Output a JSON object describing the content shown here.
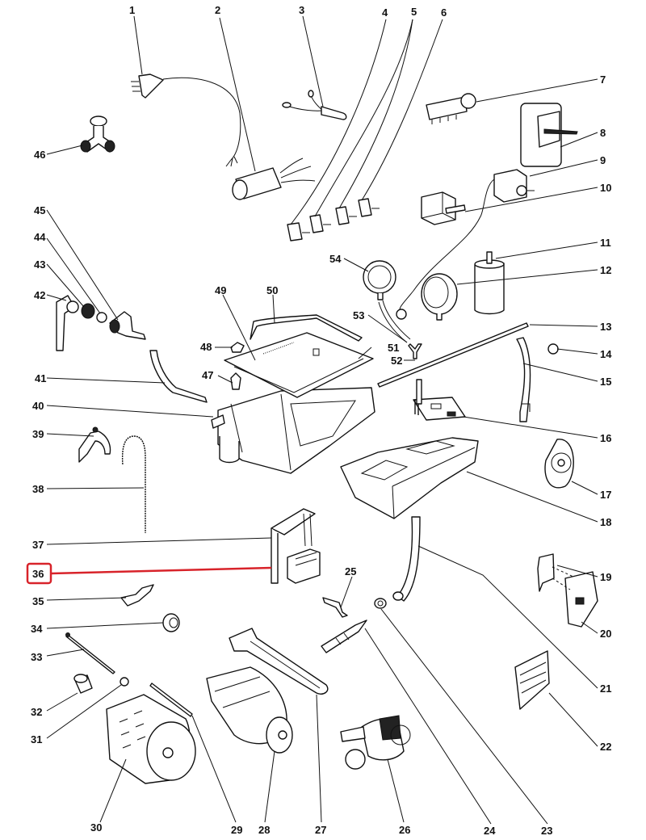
{
  "diagram": {
    "title": "Washing machine exploded parts diagram",
    "highlight": {
      "label": "36",
      "color": "#d8232a"
    },
    "labels": [
      {
        "id": "1",
        "text": "1"
      },
      {
        "id": "2",
        "text": "2"
      },
      {
        "id": "3",
        "text": "3"
      },
      {
        "id": "4",
        "text": "4"
      },
      {
        "id": "5",
        "text": "5"
      },
      {
        "id": "6",
        "text": "6"
      },
      {
        "id": "7",
        "text": "7"
      },
      {
        "id": "8",
        "text": "8"
      },
      {
        "id": "9",
        "text": "9"
      },
      {
        "id": "10",
        "text": "10"
      },
      {
        "id": "11",
        "text": "11"
      },
      {
        "id": "12",
        "text": "12"
      },
      {
        "id": "13",
        "text": "13"
      },
      {
        "id": "14",
        "text": "14"
      },
      {
        "id": "15",
        "text": "15"
      },
      {
        "id": "16",
        "text": "16"
      },
      {
        "id": "17",
        "text": "17"
      },
      {
        "id": "18",
        "text": "18"
      },
      {
        "id": "19",
        "text": "19"
      },
      {
        "id": "20",
        "text": "20"
      },
      {
        "id": "21",
        "text": "21"
      },
      {
        "id": "22",
        "text": "22"
      },
      {
        "id": "23",
        "text": "23"
      },
      {
        "id": "24",
        "text": "24"
      },
      {
        "id": "25",
        "text": "25"
      },
      {
        "id": "26",
        "text": "26"
      },
      {
        "id": "27",
        "text": "27"
      },
      {
        "id": "28",
        "text": "28"
      },
      {
        "id": "29",
        "text": "29"
      },
      {
        "id": "30",
        "text": "30"
      },
      {
        "id": "31",
        "text": "31"
      },
      {
        "id": "32",
        "text": "32"
      },
      {
        "id": "33",
        "text": "33"
      },
      {
        "id": "34",
        "text": "34"
      },
      {
        "id": "35",
        "text": "35"
      },
      {
        "id": "36",
        "text": "36"
      },
      {
        "id": "37",
        "text": "37"
      },
      {
        "id": "38",
        "text": "38"
      },
      {
        "id": "39",
        "text": "39"
      },
      {
        "id": "40",
        "text": "40"
      },
      {
        "id": "41",
        "text": "41"
      },
      {
        "id": "42",
        "text": "42"
      },
      {
        "id": "43",
        "text": "43"
      },
      {
        "id": "44",
        "text": "44"
      },
      {
        "id": "45",
        "text": "45"
      },
      {
        "id": "46",
        "text": "46"
      },
      {
        "id": "47",
        "text": "47"
      },
      {
        "id": "48",
        "text": "48"
      },
      {
        "id": "49",
        "text": "49"
      },
      {
        "id": "50",
        "text": "50"
      },
      {
        "id": "51",
        "text": "51"
      },
      {
        "id": "52",
        "text": "52"
      },
      {
        "id": "53",
        "text": "53"
      },
      {
        "id": "54",
        "text": "54"
      }
    ]
  }
}
